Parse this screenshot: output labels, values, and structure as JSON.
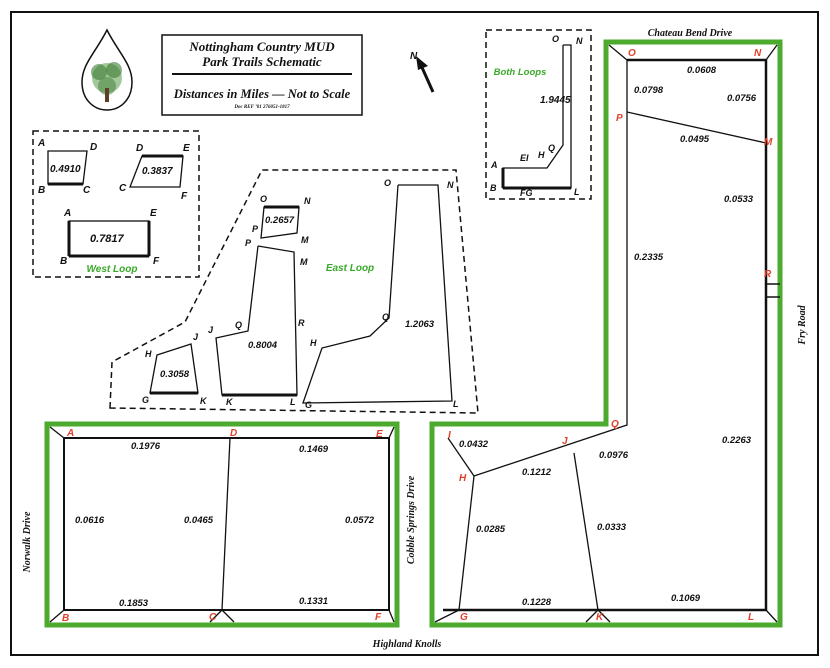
{
  "title": {
    "line1": "Nottingham Country MUD",
    "line2": "Park Trails Schematic",
    "line3": "Distances in Miles — Not to Scale",
    "line4": "Doc REF ’01 276051-1817"
  },
  "north": "N",
  "roads": {
    "top": "Chateau Bend Drive",
    "right": "Fry Road",
    "bottom": "Highland Knolls",
    "left": "Norwalk Drive",
    "middle": "Cobble Springs Drive"
  },
  "west_loop_inset": {
    "title": "West Loop",
    "seg1": {
      "value": "0.4910",
      "labels": [
        "A",
        "D",
        "B",
        "C"
      ]
    },
    "seg2": {
      "value": "0.3837",
      "labels": [
        "D",
        "E",
        "C",
        "F"
      ]
    },
    "seg3": {
      "value": "0.7817",
      "labels": [
        "A",
        "E",
        "B",
        "F"
      ]
    }
  },
  "east_loop_inset": {
    "title": "East Loop",
    "on": {
      "value": "0.2657",
      "labels": [
        "O",
        "N",
        "P",
        "M"
      ]
    },
    "pk": {
      "value": "0.8004",
      "labels": [
        "P",
        "M",
        "J",
        "Q",
        "R",
        "K",
        "L"
      ]
    },
    "hg": {
      "value": "0.3058",
      "labels": [
        "H",
        "J",
        "G",
        "K"
      ]
    },
    "big": {
      "value": "1.2063",
      "labels": [
        "O",
        "N",
        "Q",
        "H",
        "G",
        "L"
      ]
    }
  },
  "both_loops_inset": {
    "title": "Both Loops",
    "value": "1.9445",
    "labels": [
      "O",
      "N",
      "Q",
      "H",
      "EI",
      "A",
      "B",
      "FG",
      "L"
    ]
  },
  "west_map": {
    "corners": [
      "A",
      "D",
      "E",
      "B",
      "C",
      "F"
    ],
    "distances": {
      "AD": "0.1976",
      "DE": "0.1469",
      "AB": "0.0616",
      "DC": "0.0465",
      "EF": "0.0572",
      "BC": "0.1853",
      "CF": "0.1331"
    }
  },
  "east_map": {
    "corners": [
      "O",
      "N",
      "P",
      "M",
      "R",
      "Q",
      "I",
      "J",
      "H",
      "G",
      "K",
      "L"
    ],
    "distances": {
      "ON": "0.0608",
      "OP": "0.0798",
      "NM": "0.0756",
      "PM": "0.0495",
      "MR": "0.0533",
      "PQ": "0.2335",
      "RL": "0.2263",
      "IH": "0.0432",
      "JQ": "0.0976",
      "HJ": "0.1212",
      "HG": "0.0285",
      "JK": "0.0333",
      "GK": "0.1228",
      "KL": "0.1069"
    }
  },
  "colors": {
    "green": "#4caa2e",
    "red": "#e0402a",
    "ink": "#111111"
  }
}
